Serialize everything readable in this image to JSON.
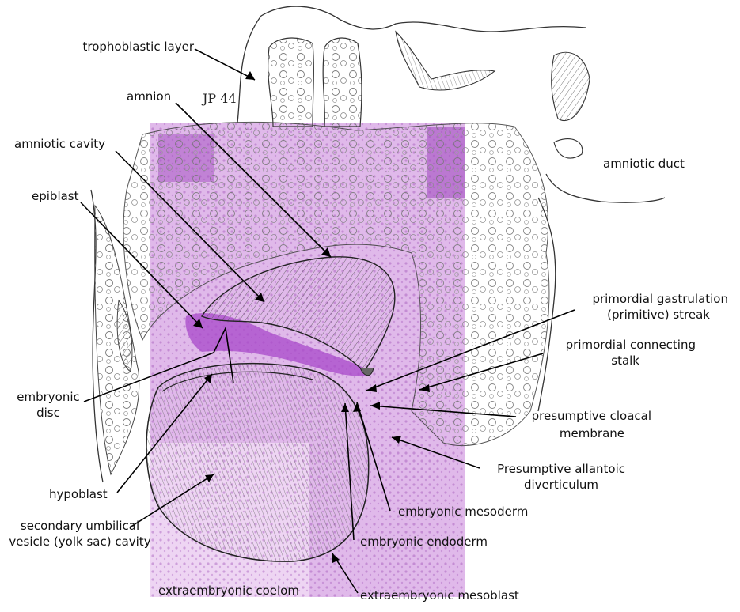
{
  "colors": {
    "stain": "#c77fd8",
    "stain_dark": "#9b3fb8",
    "stain_light": "#e6c4ee",
    "ink": "#333333",
    "leader": "#000000"
  },
  "signature": "JP 44",
  "labels": {
    "trophoblastic_layer": "trophoblastic layer",
    "amnion": "amnion",
    "amniotic_cavity": "amniotic cavity",
    "epiblast": "epiblast",
    "amniotic_duct": "amniotic duct",
    "primordial_gastrulation_1": "primordial gastrulation",
    "primordial_gastrulation_2": "(primitive) streak",
    "primordial_connecting_1": "primordial connecting",
    "primordial_connecting_2": "stalk",
    "embryonic_disc_1": "embryonic",
    "embryonic_disc_2": "disc",
    "presumptive_cloacal_1": "presumptive cloacal",
    "presumptive_cloacal_2": "membrane",
    "presumptive_allantoic_1": "Presumptive allantoic",
    "presumptive_allantoic_2": "diverticulum",
    "hypoblast": "hypoblast",
    "embryonic_mesoderm": "embryonic mesoderm",
    "secondary_umbilical_1": "secondary umbilical",
    "secondary_umbilical_2": "vesicle (yolk sac) cavity",
    "embryonic_endoderm": "embryonic endoderm",
    "extraembryonic_coelom": "extraembryonic coelom",
    "extraembryonic_mesoblast": "extraembryonic mesoblast"
  }
}
